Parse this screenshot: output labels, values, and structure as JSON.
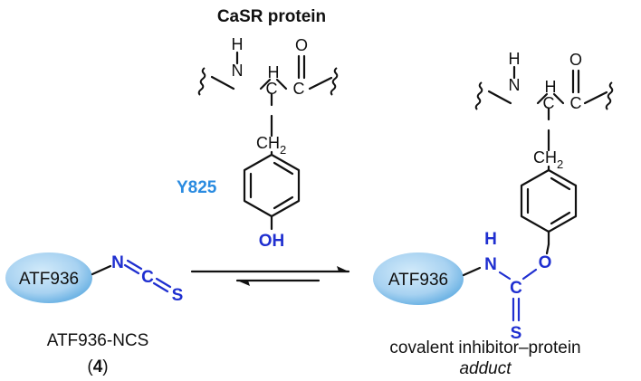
{
  "protein_title": "CaSR protein",
  "residue_label": "Y825",
  "left_molecule": {
    "core_label": "ATF936",
    "name": "ATF936-NCS",
    "number_open": "(",
    "number": "4",
    "number_close": ")",
    "atoms": {
      "n": "N",
      "c": "C",
      "s": "S"
    }
  },
  "tyrosine_atoms": {
    "h": "H",
    "n": "N",
    "c": "C",
    "ca_h": "H",
    "o": "O",
    "ch2_c": "CH",
    "ch2_sub": "2",
    "oh": "OH"
  },
  "right_molecule": {
    "core_label": "ATF936",
    "caption_line1": "covalent inhibitor–protein",
    "caption_line2": "adduct",
    "atoms": {
      "h": "H",
      "n": "N",
      "c": "C",
      "ca_h": "H",
      "o": "O",
      "ch2_c": "CH",
      "ch2_sub": "2",
      "link_nh_h": "H",
      "link_n": "N",
      "link_c": "C",
      "link_o": "O",
      "link_s": "S"
    }
  },
  "colors": {
    "ellipse_light": "#c6e4f7",
    "ellipse_dark": "#5aa9e0",
    "heteroatom_blue": "#1f2fd0",
    "residue_blue": "#2a8be0",
    "bond": "#111111"
  }
}
